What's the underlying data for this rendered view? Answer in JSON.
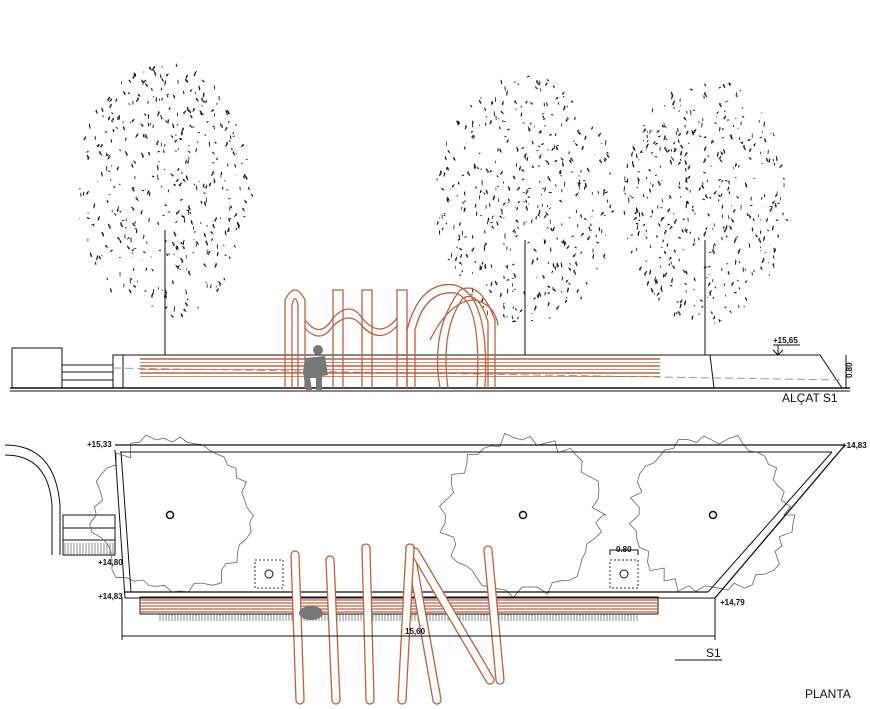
{
  "elevation": {
    "title": "ALÇAT S1",
    "level_top": "+15,65",
    "height_dim": "0.80"
  },
  "plan": {
    "title": "PLANTA",
    "section_mark": "S1",
    "levels": {
      "top_left": "+15,33",
      "top_right": "+14,83",
      "left_mid": "+14,80",
      "bottom_left": "+14,83",
      "bottom_right": "+14,79"
    },
    "dim_width": "0.80",
    "dim_length": "15,60"
  },
  "colors": {
    "structure": "#c0603e",
    "line": "#111111",
    "person": "#777777"
  }
}
